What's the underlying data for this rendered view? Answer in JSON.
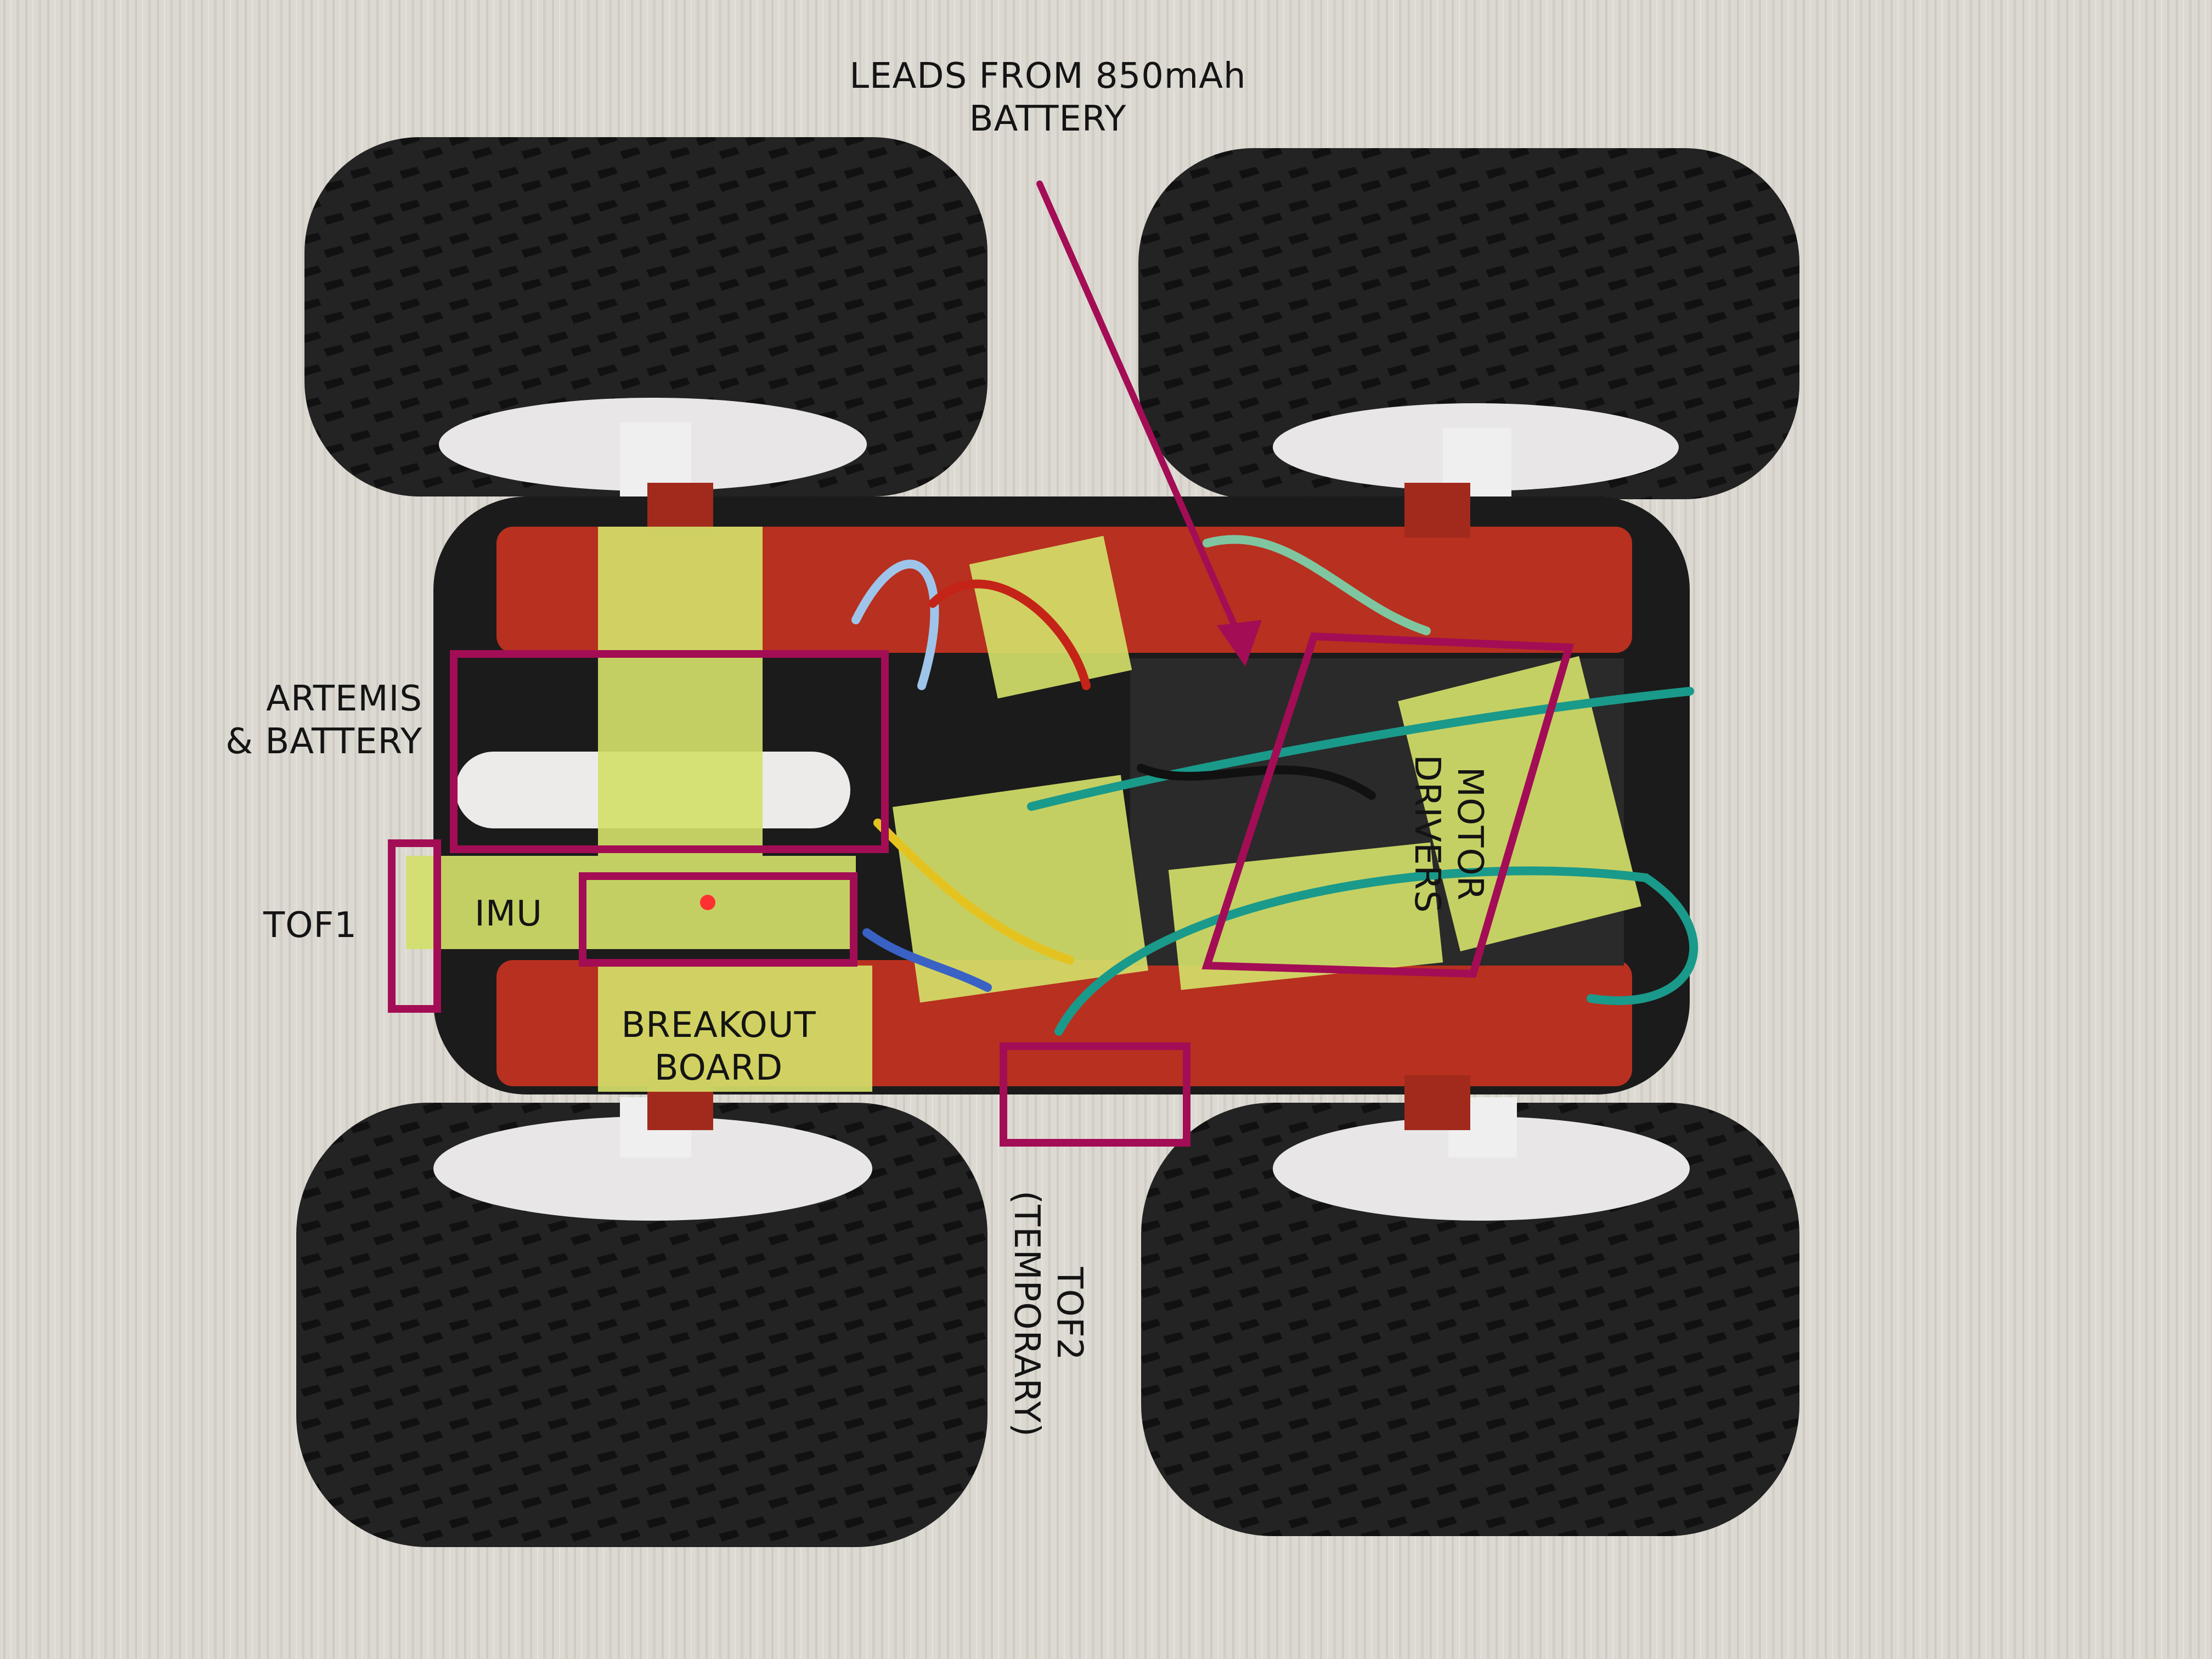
{
  "colors": {
    "annotation": "#a30d55",
    "text": "#141414",
    "background": "#d9d6cf",
    "tire": "#1c1c1c",
    "chassis": "#b8301f",
    "tape": "#d4e06a"
  },
  "labels": {
    "leads": {
      "line1": "LEADS FROM 850mAh",
      "line2": "BATTERY"
    },
    "artemis": {
      "line1": "ARTEMIS",
      "line2": "& BATTERY"
    },
    "tof1": "TOF1",
    "imu": "IMU",
    "breakout": {
      "line1": "BREAKOUT",
      "line2": "BOARD"
    },
    "motor": {
      "line1": "MOTOR",
      "line2": "DRIVERS"
    },
    "tof2": {
      "line1": "TOF2",
      "line2": "(TEMPORARY)"
    }
  },
  "icons": [
    "arrow-annotation-icon"
  ]
}
